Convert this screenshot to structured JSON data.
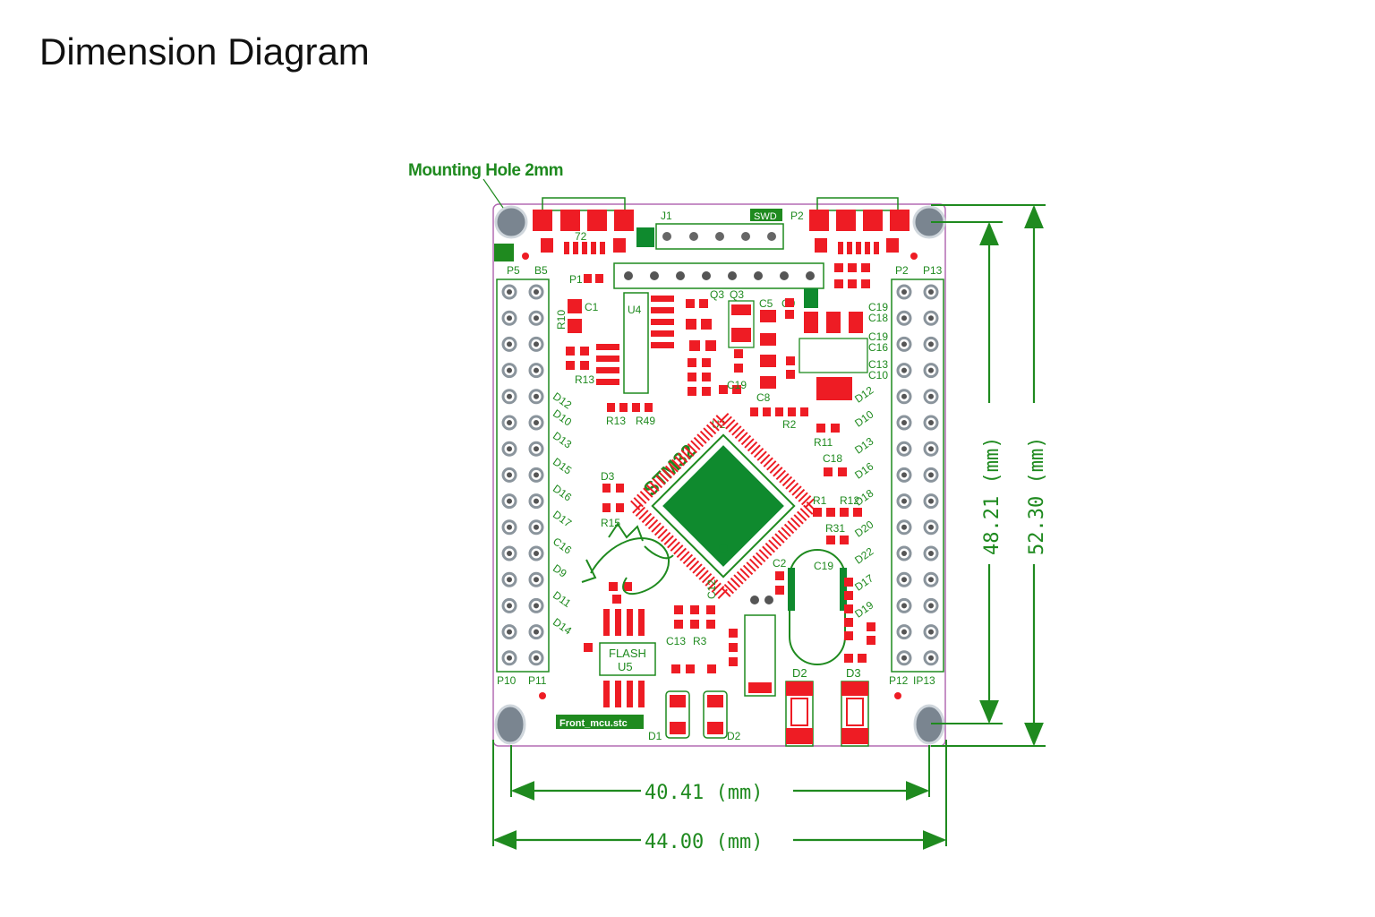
{
  "title": "Dimension Diagram",
  "annotations": {
    "mounting_hole": "Mounting Hole 2mm"
  },
  "dimensions": {
    "inner_height": "48.21 (mm)",
    "outer_height": "52.30 (mm)",
    "inner_width": "40.41 (mm)",
    "outer_width": "44.00 (mm)"
  },
  "labels": {
    "j1": "J1",
    "swd": "SWD",
    "p2_top": "P2",
    "u72": "72",
    "p1": "P1",
    "p5": "P5",
    "b5": "B5",
    "p2_right": "P2",
    "p13_top": "P13",
    "u4": "U4",
    "c1": "C1",
    "r10": "R10",
    "r13": "R13",
    "r49": "R49",
    "q3a": "Q3",
    "q3b": "Q3",
    "c5": "C5",
    "c9": "C9",
    "c8": "C8",
    "r2": "R2",
    "r11": "R11",
    "c18": "C18",
    "u2": "U2",
    "stm32": "STM32",
    "d3_left": "D3",
    "r15": "R15",
    "r1": "R1",
    "r12": "R12",
    "r31": "R31",
    "c2": "C2",
    "c19": "C19",
    "c12": "C12",
    "c13": "C13",
    "r3": "R3",
    "flash": "FLASH",
    "u5": "U5",
    "p10": "P10",
    "p11": "P11",
    "p12": "P12",
    "ip13": "IP13",
    "d1": "D1",
    "d2_small": "D2",
    "d2_big": "D2",
    "d3_big": "D3",
    "file": "Front_mcu.stc"
  },
  "colors": {
    "silkscreen": "#1f8a1f",
    "pad": "#ee1c24",
    "chip": "#0f8a2e",
    "board_outline": "#b36bb3",
    "hole": "#7a8590"
  }
}
